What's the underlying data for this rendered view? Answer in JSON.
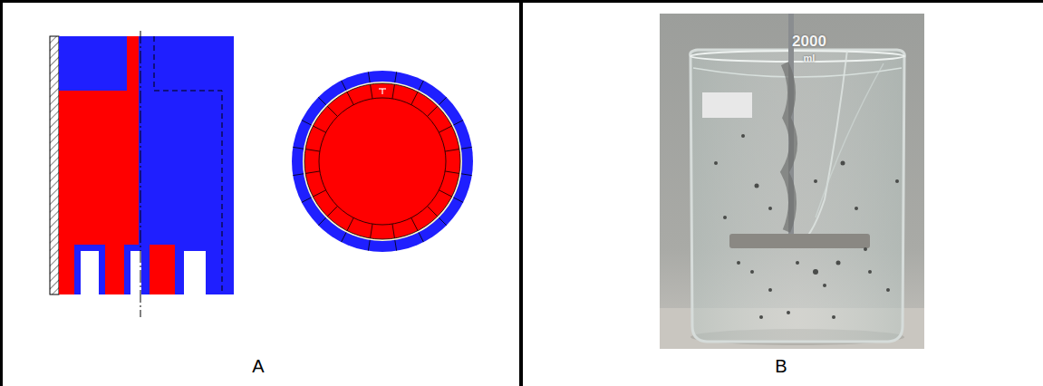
{
  "diagram": {
    "labels": [
      "A",
      "B",
      "2000",
      "ml"
    ]
  }
}
